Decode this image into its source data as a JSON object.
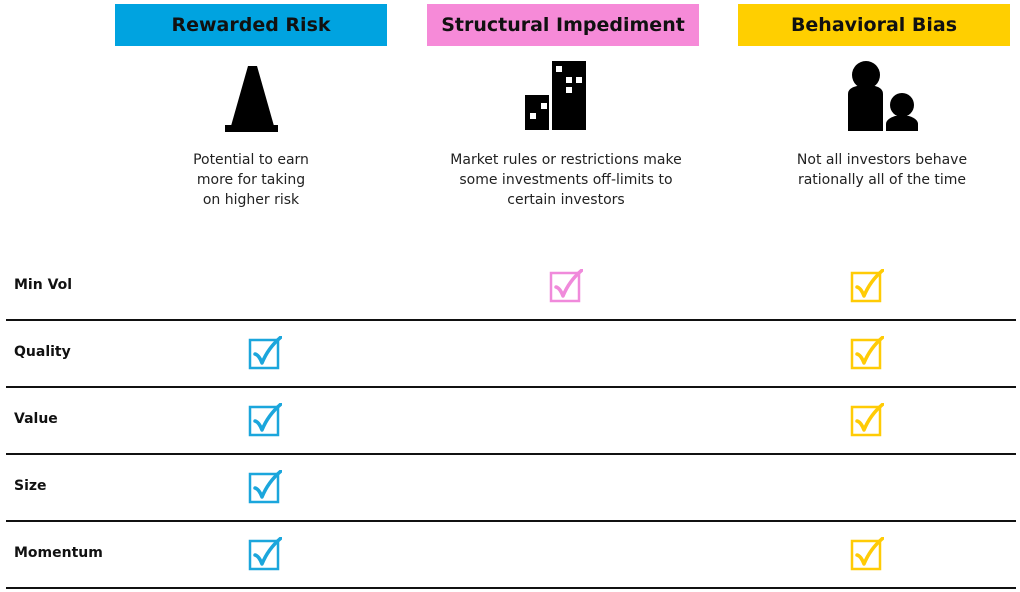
{
  "columns": [
    {
      "title": "Rewarded Risk",
      "color": "#00A3E0",
      "icon": "traffic-cone-icon",
      "description": [
        "Potential to earn",
        "more for taking",
        "on higher risk"
      ]
    },
    {
      "title": "Structural Impediment",
      "color": "#F68AD8",
      "icon": "buildings-icon",
      "description": [
        "Market rules or restrictions make",
        "some investments off-limits to",
        "certain investors"
      ]
    },
    {
      "title": "Behavioral Bias",
      "color": "#FFCF00",
      "icon": "people-icon",
      "description": [
        "Not all investors behave",
        "rationally all of the time"
      ]
    }
  ],
  "rows": [
    {
      "label": "Min Vol",
      "checks": [
        false,
        true,
        true
      ]
    },
    {
      "label": "Quality",
      "checks": [
        true,
        false,
        true
      ]
    },
    {
      "label": "Value",
      "checks": [
        true,
        false,
        true
      ]
    },
    {
      "label": "Size",
      "checks": [
        true,
        false,
        false
      ]
    },
    {
      "label": "Momentum",
      "checks": [
        true,
        false,
        true
      ]
    }
  ],
  "check_colors": [
    "#1BA6DC",
    "#F08ADB",
    "#FFCB05"
  ]
}
